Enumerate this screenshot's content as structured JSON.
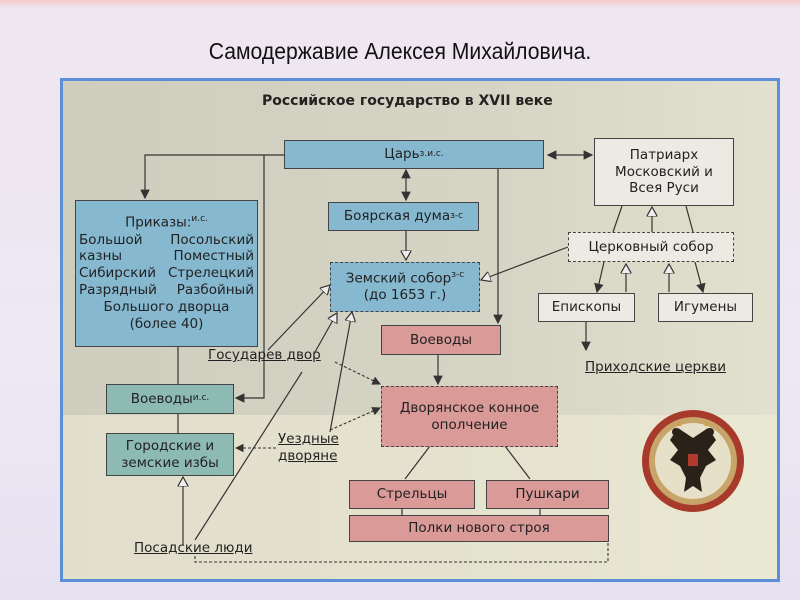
{
  "slide_title": "Самодержавие Алексея Михайловича.",
  "diagram_title": "Российское государство в XVII веке",
  "boxes": {
    "tsar": {
      "label": "Царь",
      "sup": "з.и.с."
    },
    "patriarch": {
      "lines": [
        "Патриарх",
        "Московский и",
        "Всея Руси"
      ]
    },
    "prikazy": {
      "label": "Приказы:",
      "sup": "и.с.",
      "items": [
        "Большой",
        "Посольский",
        "казны",
        "Поместный",
        "Сибирский",
        "Стрелецкий",
        "Разрядный",
        "Разбойный"
      ],
      "line5": "Большого дворца",
      "line6": "(более 40)"
    },
    "boyar_duma": {
      "label": "Боярская дума",
      "sup": "з-с"
    },
    "zemsky_sobor": {
      "label": "Земский собор",
      "sup": "з-с",
      "line2": "(до 1653 г.)"
    },
    "church_council": {
      "label": "Церковный собор"
    },
    "bishops": {
      "label": "Епископы"
    },
    "abbots": {
      "label": "Игумены"
    },
    "voevody_military": {
      "label": "Воеводы"
    },
    "voevody_local": {
      "label": "Воеводы",
      "sup": "и.с."
    },
    "noble_cavalry": {
      "lines": [
        "Дворянское конное",
        "ополчение"
      ]
    },
    "town_huts": {
      "lines": [
        "Городские и",
        "земские избы"
      ]
    },
    "streltsy": {
      "label": "Стрельцы"
    },
    "pushkari": {
      "label": "Пушкари"
    },
    "new_regiments": {
      "label": "Полки нового строя"
    }
  },
  "labels": {
    "parish_churches": "Приходские церкви",
    "sovereign_court": "Государев двор",
    "district_nobles_1": "Уездные",
    "district_nobles_2": "дворяне",
    "townspeople": "Посадские люди"
  },
  "colors": {
    "blue": "#86b8d0",
    "teal": "#8dbab3",
    "pink": "#d99a98",
    "frame": "#5b8fd6"
  },
  "emblem": "double-headed-eagle"
}
